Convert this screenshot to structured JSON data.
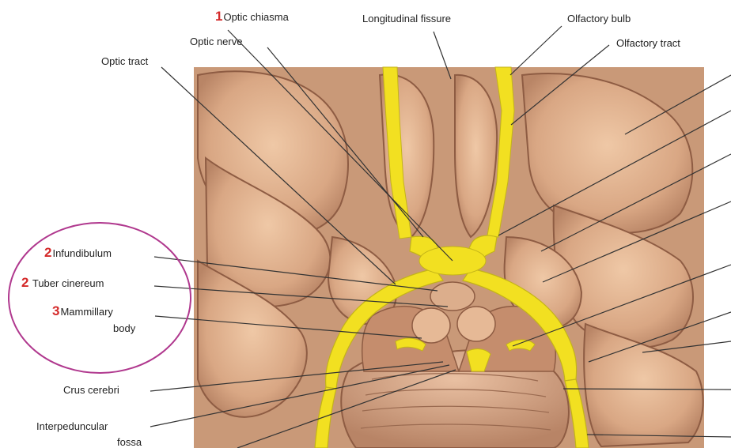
{
  "labels": {
    "optic_chiasma": {
      "num": "1",
      "text": "Optic chiasma"
    },
    "longitudinal_fissure": {
      "text": "Longitudinal fissure"
    },
    "olfactory_bulb": {
      "text": "Olfactory bulb"
    },
    "optic_nerve": {
      "text": "Optic nerve"
    },
    "olfactory_tract": {
      "text": "Olfactory tract"
    },
    "optic_tract": {
      "text": "Optic tract"
    },
    "infundibulum": {
      "num": "2",
      "text": "Infundibulum"
    },
    "tuber_cinereum": {
      "num": "2",
      "text": "Tuber cinereum"
    },
    "mammillary_body": {
      "num": "3",
      "text_line1": "Mammillary",
      "text_line2": "body"
    },
    "crus_cerebri": {
      "text": "Crus cerebri"
    },
    "interpeduncular_fossa": {
      "text_line1": "Interpeduncular",
      "text_line2": "fossa"
    }
  },
  "colors": {
    "nerve_yellow": "#f2e021",
    "brain_tan": "#dcb08f",
    "highlight_circle": "#b0388e",
    "number_red": "#d42a2a"
  }
}
